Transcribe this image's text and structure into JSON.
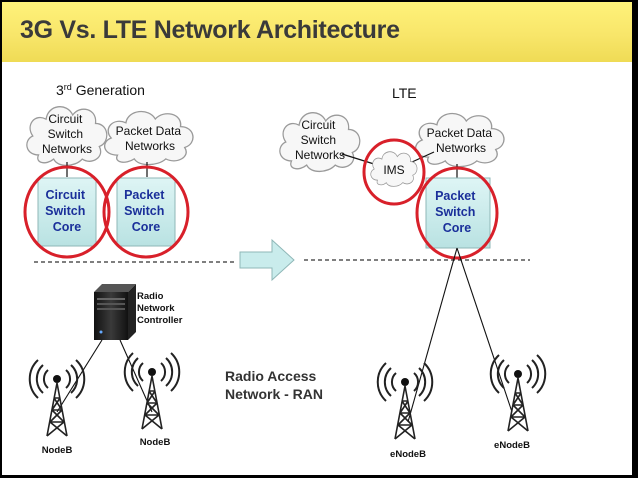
{
  "title": "3G Vs. LTE Network Architecture",
  "left": {
    "heading_main": "3",
    "heading_sup": "rd",
    "heading_rest": " Generation",
    "cloud_circuit": [
      "Circuit",
      "Switch",
      "Networks"
    ],
    "cloud_packet": [
      "Packet Data",
      "Networks"
    ],
    "core_circuit": [
      "Circuit",
      "Switch",
      "Core"
    ],
    "core_packet": [
      "Packet",
      "Switch",
      "Core"
    ],
    "rnc": [
      "Radio",
      "Network",
      "Controller"
    ],
    "tower_left_label": "NodeB",
    "tower_right_label": "NodeB"
  },
  "right": {
    "heading": "LTE",
    "cloud_circuit": [
      "Circuit",
      "Switch",
      "Networks"
    ],
    "cloud_packet": [
      "Packet Data",
      "Networks"
    ],
    "ims": "IMS",
    "core_packet": [
      "Packet",
      "Switch",
      "Core"
    ],
    "tower_left_label": "eNodeB",
    "tower_right_label": "eNodeB"
  },
  "ran_label": [
    "Radio Access",
    "Network - RAN"
  ],
  "colors": {
    "title_bar": "#f8e66a",
    "highlight_ring": "#d8202a",
    "core_box": "#c9ecec",
    "core_text": "#1a2f9a",
    "arrow": "#c9ecec"
  }
}
